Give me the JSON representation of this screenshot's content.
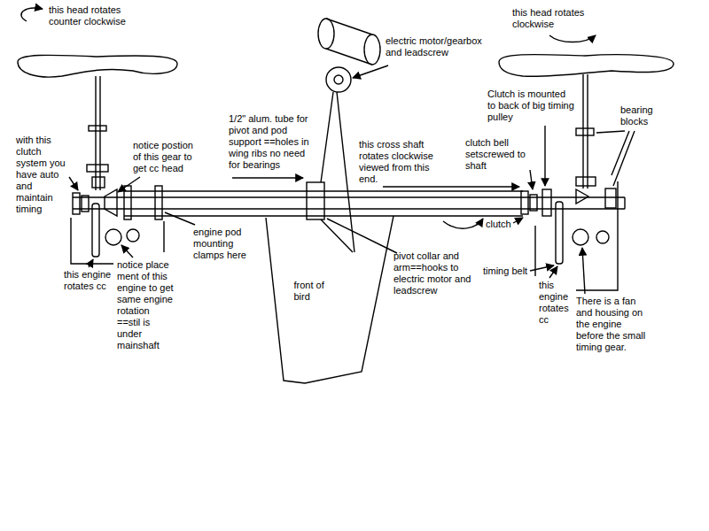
{
  "diagram": {
    "nodes": [
      {
        "text": [
          "front of bird"
        ]
      }
    ],
    "labels": [
      "this head rotates counter clockwise",
      "electric motor/gearbox and leadscrew",
      "this head rotates clockwise",
      "Clutch is mounted to back of big timing pulley",
      "bearing blocks",
      "1/2\" alum. tube for pivot and pod support ==holes in wing ribs no need for bearings",
      "notice postion of this gear to get cc head",
      "with this clutch system you have auto and maintain timing",
      "this cross shaft rotates clockwise viewed from this end.",
      "clutch bell setscrewed to shaft",
      "clutch",
      "engine pod mounting clamps here",
      "pivot collar and arm==hooks to electric motor and leadscrew",
      "notice place ment of this engine to get same engine rotation ==stil is under mainshaft",
      "timing belt",
      "this engine rotates cc",
      "this engine rotates cc",
      "There is a fan and housing on the engine before the small timing gear."
    ]
  }
}
